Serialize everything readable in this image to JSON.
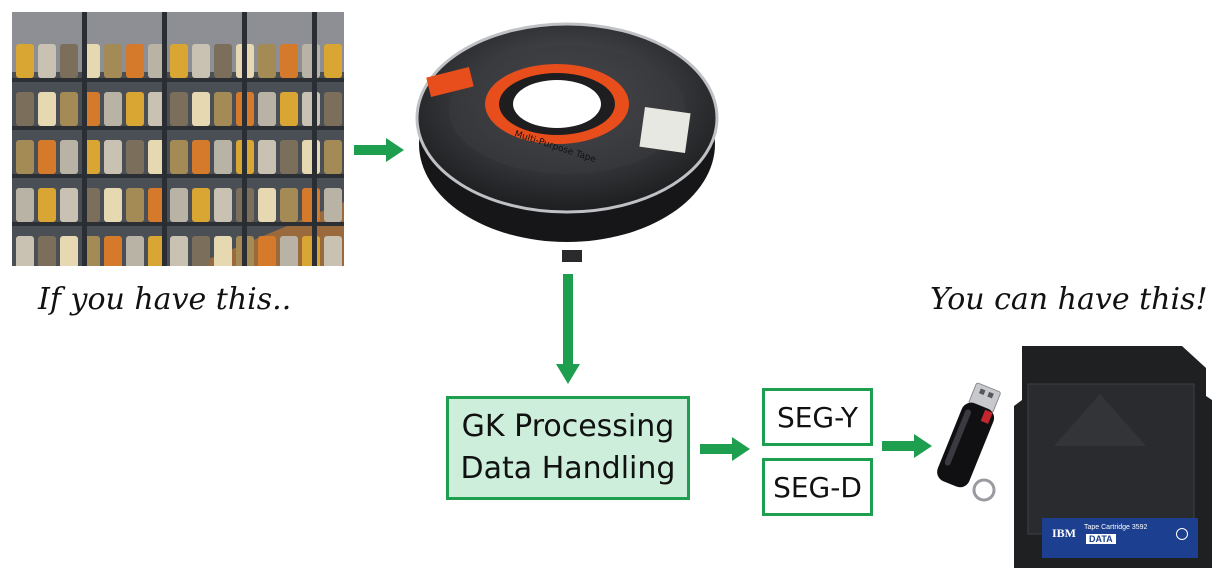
{
  "captions": {
    "source": "If you have this..",
    "result": "You can have this!"
  },
  "processing": {
    "line1": "GK Processing",
    "line2": "Data Handling"
  },
  "formats": [
    "SEG-Y",
    "SEG-D"
  ],
  "cartridge_label": {
    "brand": "IBM",
    "product": "Tape Cartridge 3592",
    "type": "DATA"
  },
  "reel_label": "Multi-Purpose Tape",
  "colors": {
    "arrow": "#1e9e4f",
    "box_border": "#1e9e4f",
    "box_fill": "#cdeedb"
  }
}
